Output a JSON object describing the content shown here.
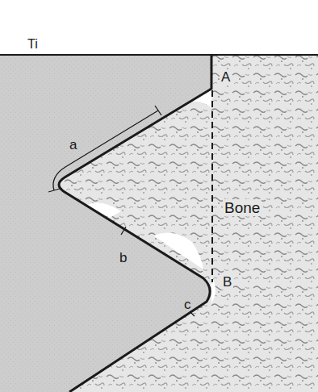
{
  "diagram": {
    "labels": [
      "Ti",
      "a",
      "b",
      "c",
      "A",
      "B",
      "Bone"
    ]
  }
}
